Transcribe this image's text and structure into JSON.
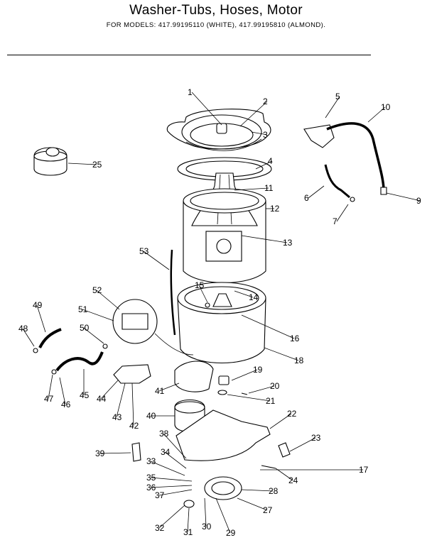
{
  "header": {
    "title": "Washer-Tubs, Hoses, Motor",
    "subtitle": "FOR MODELS: 417.99195110 (WHITE), 417.99195810 (ALMOND)."
  },
  "callouts": [
    "1",
    "2",
    "3",
    "4",
    "5",
    "6",
    "7",
    "9",
    "10",
    "11",
    "12",
    "13",
    "14",
    "15",
    "16",
    "17",
    "18",
    "19",
    "20",
    "21",
    "22",
    "23",
    "24",
    "25",
    "27",
    "28",
    "29",
    "30",
    "31",
    "32",
    "33",
    "34",
    "35",
    "36",
    "37",
    "38",
    "39",
    "40",
    "41",
    "42",
    "43",
    "44",
    "45",
    "46",
    "47",
    "48",
    "49",
    "50",
    "51",
    "52",
    "53"
  ]
}
